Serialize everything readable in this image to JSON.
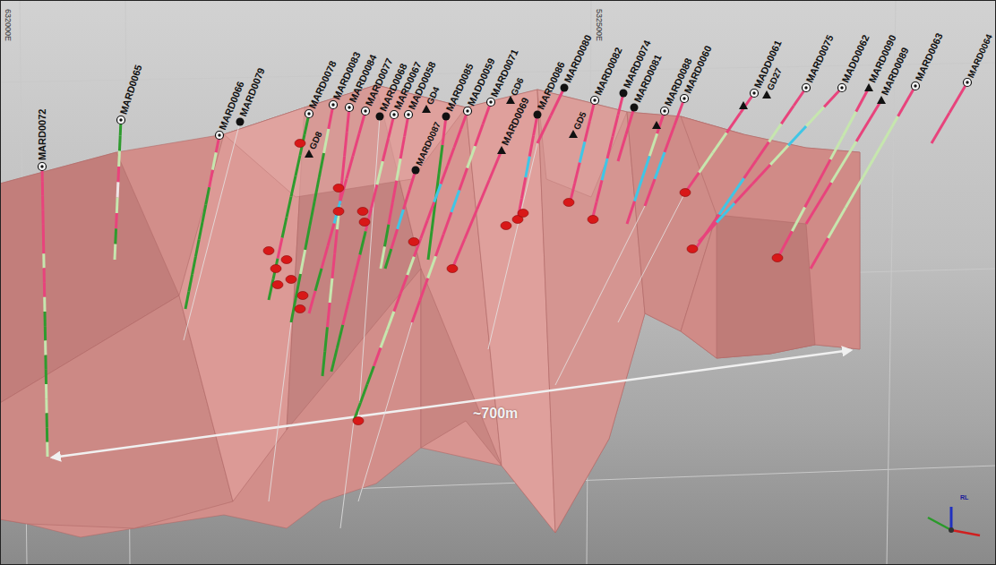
{
  "diagram": {
    "labels": [
      "632000E",
      "MARD0072",
      "MARD0065",
      "MARD0066",
      "MARD0079",
      "MARD0078",
      "GD8",
      "MARD0083",
      "MARD0084",
      "MARD0077",
      "MARD0068",
      "MARD0067",
      "MADD0058",
      "GD4",
      "MARD0087",
      "MARD0085",
      "MADD0059",
      "MARD0071",
      "GD6",
      "MARD0069",
      "MARD0086",
      "MARD0080",
      "532500E",
      "GD5",
      "MARD0082",
      "MARD0074",
      "MARD0081",
      "MARD0088",
      "MARD0060",
      "MADD0061",
      "GD27",
      "MARD0075",
      "MADD0062",
      "MARD0090",
      "MARD0089",
      "MARD0063",
      "MARD0064",
      "~700m",
      "RL"
    ]
  }
}
